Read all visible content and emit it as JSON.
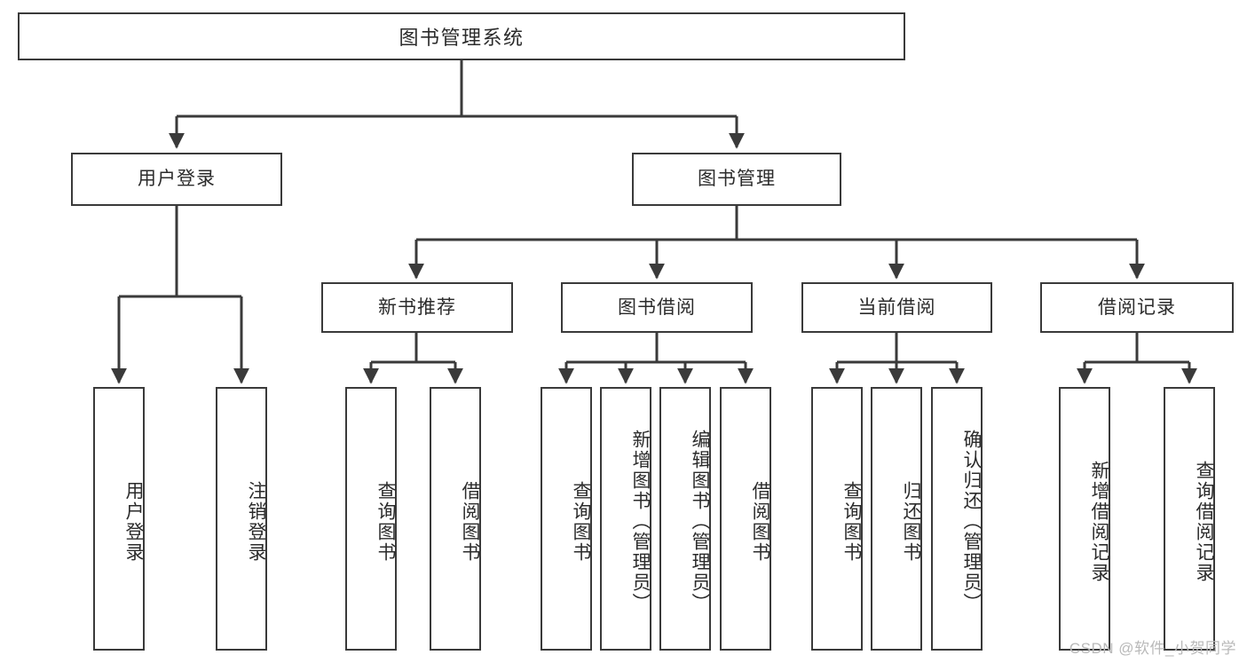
{
  "diagram": {
    "title": "图书管理系统",
    "type": "hierarchy-tree",
    "watermark": "CSDN @软件_小贺同学",
    "colors": {
      "stroke": "#3a3a3a",
      "box_fill": "#ffffff",
      "text": "#2b2b2b",
      "background": "#ffffff",
      "watermark": "#b9b9b9"
    },
    "levels": {
      "root": {
        "label": "图书管理系统"
      },
      "level2": [
        {
          "id": "user-login",
          "label": "用户登录"
        },
        {
          "id": "book-manage",
          "label": "图书管理"
        }
      ],
      "level3": [
        {
          "id": "new-book-rec",
          "label": "新书推荐",
          "parent": "book-manage"
        },
        {
          "id": "book-borrow",
          "label": "图书借阅",
          "parent": "book-manage"
        },
        {
          "id": "current-borrow",
          "label": "当前借阅",
          "parent": "book-manage"
        },
        {
          "id": "borrow-record",
          "label": "借阅记录",
          "parent": "book-manage"
        }
      ],
      "leaves": [
        {
          "id": "leaf-user-login",
          "label": "用户登录",
          "parent": "user-login"
        },
        {
          "id": "leaf-logout",
          "label": "注销登录",
          "parent": "user-login"
        },
        {
          "id": "leaf-query-book-1",
          "label": "查询图书",
          "parent": "new-book-rec"
        },
        {
          "id": "leaf-borrow-book-1",
          "label": "借阅图书",
          "parent": "new-book-rec"
        },
        {
          "id": "leaf-query-book-2",
          "label": "查询图书",
          "parent": "book-borrow"
        },
        {
          "id": "leaf-add-book",
          "label": "新增图书（管理员）",
          "parent": "book-borrow"
        },
        {
          "id": "leaf-edit-book",
          "label": "编辑图书（管理员）",
          "parent": "book-borrow"
        },
        {
          "id": "leaf-borrow-book-2",
          "label": "借阅图书",
          "parent": "book-borrow"
        },
        {
          "id": "leaf-query-book-3",
          "label": "查询图书",
          "parent": "current-borrow"
        },
        {
          "id": "leaf-return-book",
          "label": "归还图书",
          "parent": "current-borrow"
        },
        {
          "id": "leaf-confirm-return",
          "label": "确认归还（管理员）",
          "parent": "current-borrow"
        },
        {
          "id": "leaf-add-record",
          "label": "新增借阅记录",
          "parent": "borrow-record"
        },
        {
          "id": "leaf-query-record",
          "label": "查询借阅记录",
          "parent": "borrow-record"
        }
      ]
    }
  }
}
